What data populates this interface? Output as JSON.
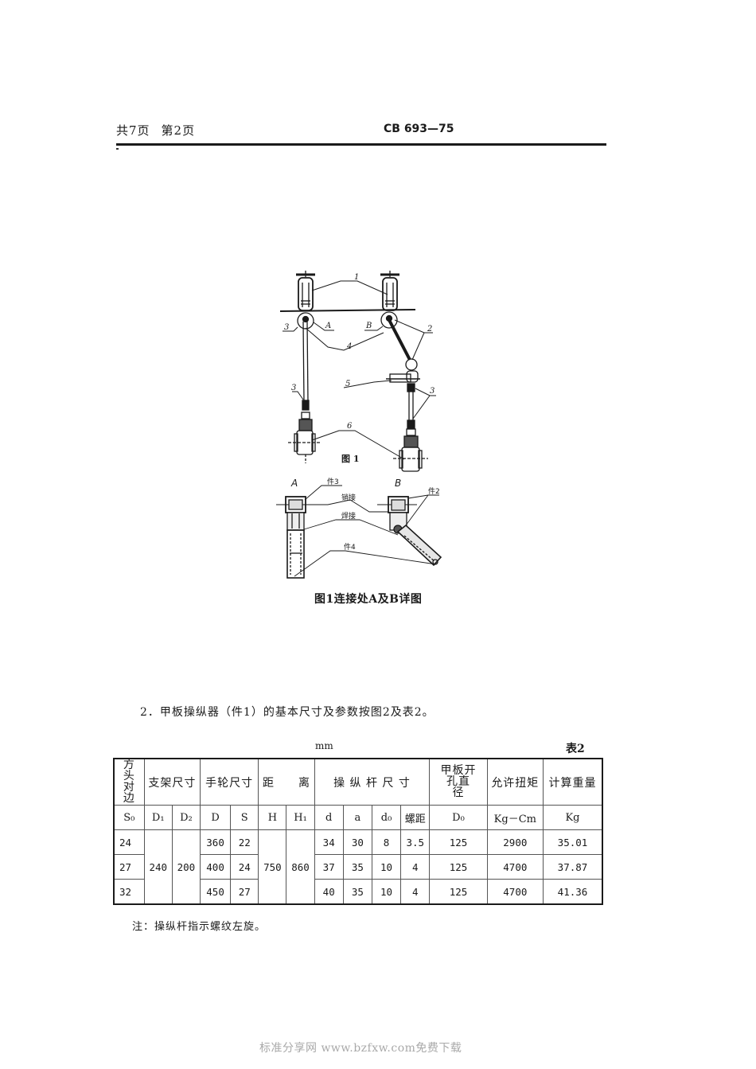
{
  "header": {
    "total_pages": "共7页",
    "current_page": "第2页",
    "standard_code": "CB 693—75"
  },
  "figure": {
    "title_label": "图 1",
    "caption": "图1连接处A及B详图",
    "callouts": {
      "part1": "1",
      "part2": "2",
      "part3": "3",
      "part4": "4",
      "part5": "5",
      "part6": "6",
      "detail_a": "A",
      "detail_b": "B",
      "jian3": "件3",
      "jian2": "件2",
      "jian4": "件4",
      "pin_joint": "销接",
      "weld_joint": "焊接"
    }
  },
  "paragraph": "2．甲板操纵器（件1）的基本尺寸及参数按图2及表2。",
  "table": {
    "unit": "mm",
    "label": "表2",
    "group_headers": {
      "square_head": "方头对边",
      "bracket": "支架尺寸",
      "handwheel": "手轮尺寸",
      "distance": "距　　离",
      "rod": "操 纵 杆 尺 寸",
      "deck_hole": "甲板开孔直　径",
      "torque": "允许扭矩",
      "weight": "计算重量"
    },
    "sub_headers": [
      "S₀",
      "D₁",
      "D₂",
      "D",
      "S",
      "H",
      "H₁",
      "d",
      "a",
      "d₀",
      "螺距",
      "D₀",
      "Kg－Cm",
      "Kg"
    ],
    "shared": {
      "D1": "240",
      "D2": "200",
      "H": "750",
      "H1": "860"
    },
    "rows": [
      {
        "S0": "24",
        "D": "360",
        "S": "22",
        "d": "34",
        "a": "30",
        "d0": "8",
        "pitch": "3.5",
        "D0": "125",
        "torque": "2900",
        "weight": "35.01"
      },
      {
        "S0": "27",
        "D": "400",
        "S": "24",
        "d": "37",
        "a": "35",
        "d0": "10",
        "pitch": "4",
        "D0": "125",
        "torque": "4700",
        "weight": "37.87"
      },
      {
        "S0": "32",
        "D": "450",
        "S": "27",
        "d": "40",
        "a": "35",
        "d0": "10",
        "pitch": "4",
        "D0": "125",
        "torque": "4700",
        "weight": "41.36"
      }
    ]
  },
  "note": "注：操纵杆指示螺纹左旋。",
  "watermark": "标准分享网 www.bzfxw.com免费下载"
}
